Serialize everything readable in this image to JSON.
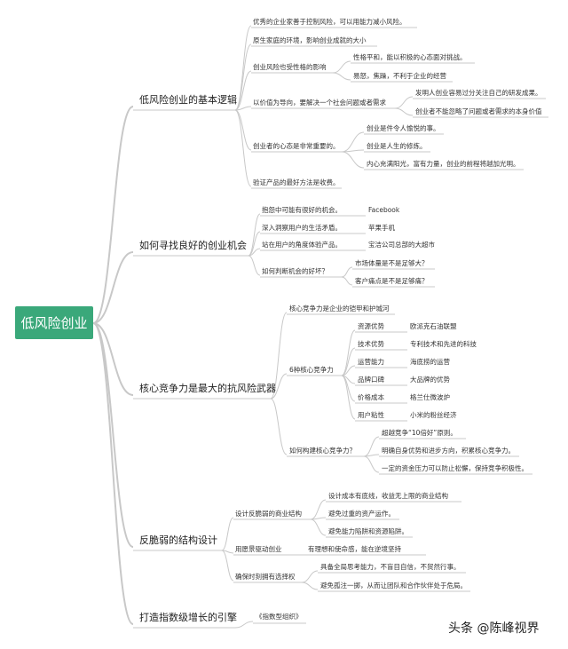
{
  "root": "低风险创业",
  "branches": [
    {
      "label": "低风险创业的基本逻辑",
      "items": [
        {
          "text": "优秀的企业家善于控制风险，可以用能力减小风险。"
        },
        {
          "text": "原生家庭的环境，影响创业成就的大小"
        },
        {
          "text": "创业风险也受性格的影响",
          "children": [
            "性格平和，能以积极的心态面对挑战。",
            "易怒，焦躁，不利于企业的经营"
          ]
        },
        {
          "text": "以价值为导向，要解决一个社会问题或者需求",
          "children": [
            "发明人创业容易过分关注自己的研发成果。",
            "创业者不能忽略了问题或者需求的本身价值"
          ]
        },
        {
          "text": "创业者的心态是非常重要的。",
          "children": [
            "创业是件令人愉悦的事。",
            "创业是人生的修炼。",
            "内心充满阳光，富有力量，创业的前程将越加光明。"
          ]
        },
        {
          "text": "验证产品的最好方法是收费。"
        }
      ]
    },
    {
      "label": "如何寻找良好的创业机会",
      "items": [
        {
          "text": "抱怨中可能有很好的机会。",
          "children": [
            "Facebook"
          ]
        },
        {
          "text": "深入洞察用户的生活矛盾。",
          "children": [
            "苹果手机"
          ]
        },
        {
          "text": "站在用户的角度体验产品。",
          "children": [
            "宝洁公司总部的大超市"
          ]
        },
        {
          "text": "如何判断机会的好坏？",
          "children": [
            "市场体量是不是足够大？",
            "客户痛点是不是足够痛？"
          ]
        }
      ]
    },
    {
      "label": "核心竞争力是最大的抗风险武器",
      "items": [
        {
          "text": "核心竞争力是企业的铠甲和护城河"
        },
        {
          "text": "6种核心竞争力",
          "children": [
            {
              "text": "资源优势",
              "example": "欧派克石油联盟"
            },
            {
              "text": "技术优势",
              "example": "专利技术和先进的科技"
            },
            {
              "text": "运营能力",
              "example": "海底捞的运营"
            },
            {
              "text": "品牌口碑",
              "example": "大品牌的优势"
            },
            {
              "text": "价格成本",
              "example": "格兰仕微波炉"
            },
            {
              "text": "用户粘性",
              "example": "小米的粉丝经济"
            }
          ]
        },
        {
          "text": "如何构建核心竞争力？",
          "children": [
            "超越竞争“10倍好”原则。",
            "明确自身优势和进步方向，积累核心竞争力。",
            "一定的资金压力可以防止松懈，保持竞争积极性。"
          ]
        }
      ]
    },
    {
      "label": "反脆弱的结构设计",
      "items": [
        {
          "text": "设计反脆弱的商业结构",
          "children": [
            "设计成本有底线，收益无上限的商业结构",
            "避免过重的资产运作。",
            "避免能力陷阱和资源陷阱。"
          ]
        },
        {
          "text": "用愿景驱动创业",
          "children": [
            "有理想和使命感，能在逆境坚持"
          ]
        },
        {
          "text": "确保时刻拥有选择权",
          "children": [
            "具备全局思考能力，不盲目自信，不贸然行事。",
            "避免孤注一掷，从而让团队和合作伙伴处于危局。"
          ]
        }
      ]
    },
    {
      "label": "打造指数级增长的引擎",
      "items": [
        {
          "text": "《指数型组织》"
        }
      ]
    }
  ],
  "watermark": "头条 @陈峰视界",
  "colors": {
    "root_bg": "#3aa87a",
    "root_text": "#ffffff",
    "line": "#c8c8c8",
    "text": "#333333"
  }
}
